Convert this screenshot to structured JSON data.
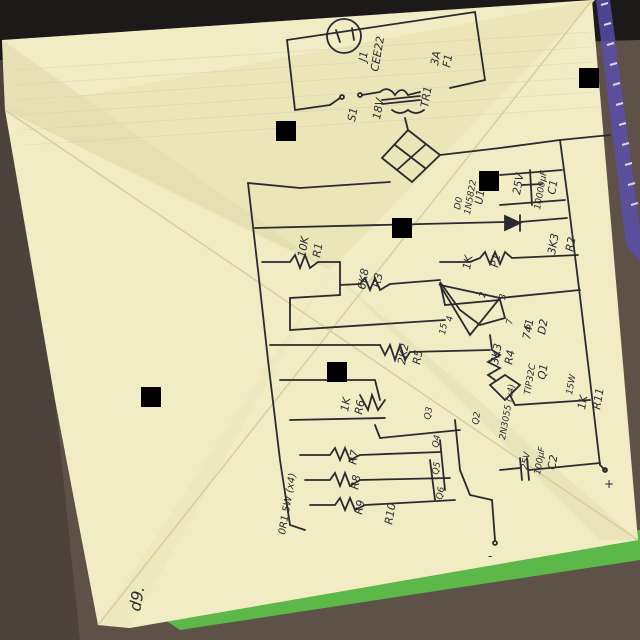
{
  "photo": {
    "page_number": "d9.",
    "labels": {
      "j1": "J1",
      "cee22": "CEE22",
      "f1": "F1",
      "f1_val": "3A",
      "s1": "S1",
      "tr1": "TR1",
      "v18": "18V",
      "c1": "C1",
      "c1_cap": "10000µF",
      "c1_volt": "25V",
      "u1": "U1",
      "u1_type": "1N5822",
      "u1_part": "D0",
      "r1": "R1",
      "r1_val": "10K",
      "p1": "P1",
      "p1_val": "1K",
      "r2": "R2",
      "r2_val": "3K3",
      "r3": "R3",
      "r3_val": "6K8",
      "ic_pin2": "2",
      "ic_pin3": "3",
      "ic_pin6": "6",
      "ic_pin4": "4",
      "ic_pin7": "7",
      "ic_pin15": "15",
      "d2": "D2",
      "d2_type": "741",
      "r4": "R4",
      "r4_val": "3K3",
      "q1": "Q1",
      "q1_type": "TIP32C",
      "q1_note": "15W",
      "r5": "R5",
      "r5_val": "2K2",
      "r11": "R11",
      "r11_val": "1K",
      "r6": "R6",
      "r6_val": "1K",
      "q3": "Q3",
      "q2": "Q2",
      "q2_type": "2N3055 (x4)",
      "q4": "Q4",
      "q5": "Q5",
      "q6": "Q6",
      "r7": "R7",
      "r8": "R8",
      "r9": "R9",
      "r10": "R10",
      "c2": "C2",
      "c2_cap": "100µF",
      "c2_volt": "25V",
      "q_note": "0R1 5W (x4)",
      "out_minus": "-",
      "out_plus": "+"
    },
    "colors": {
      "table": "#6b5d52",
      "paper": "#f1ecc4",
      "ink": "#2a2a33",
      "green_sheet": "#5cb848",
      "binder": "#5a4fb0"
    }
  }
}
